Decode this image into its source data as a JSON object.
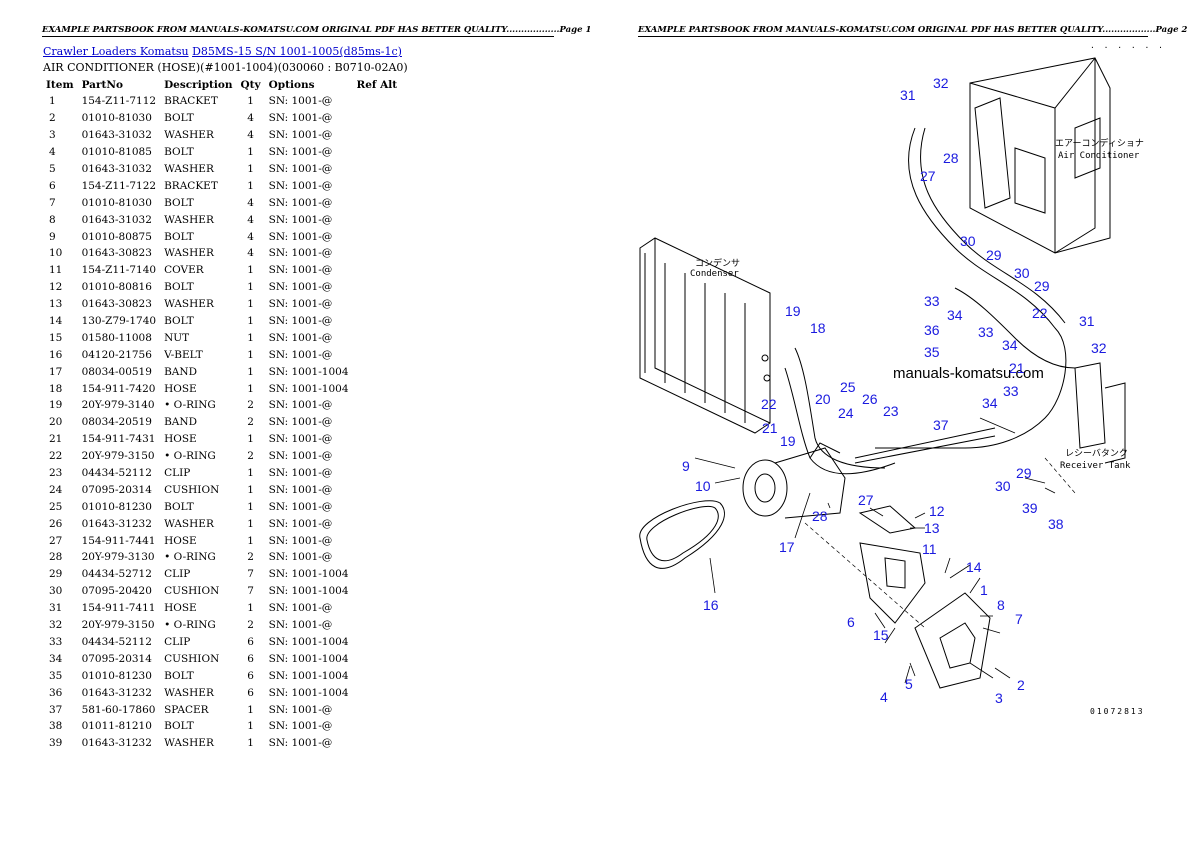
{
  "header": {
    "page1": "EXAMPLE PARTSBOOK FROM MANUALS-KOMATSU.COM ORIGINAL PDF HAS BETTER QUALITY..................Page 1",
    "page2": "EXAMPLE PARTSBOOK FROM MANUALS-KOMATSU.COM ORIGINAL PDF HAS BETTER QUALITY..................Page 2"
  },
  "breadcrumb": {
    "link1": "Crawler Loaders Komatsu",
    "link2": "D85MS-15 S/N 1001-1005(d85ms-1c)"
  },
  "subtitle": "AIR CONDITIONER (HOSE)(#1001-1004)(030060 : B0710-02A0)",
  "table": {
    "columns": [
      "Item",
      "PartNo",
      "Description",
      "Qty",
      "Options",
      "Ref Alt"
    ],
    "rows": [
      [
        "1",
        "154-Z11-7112",
        "BRACKET",
        "1",
        "SN: 1001-@"
      ],
      [
        "2",
        "01010-81030",
        "BOLT",
        "4",
        "SN: 1001-@"
      ],
      [
        "3",
        "01643-31032",
        "WASHER",
        "4",
        "SN: 1001-@"
      ],
      [
        "4",
        "01010-81085",
        "BOLT",
        "1",
        "SN: 1001-@"
      ],
      [
        "5",
        "01643-31032",
        "WASHER",
        "1",
        "SN: 1001-@"
      ],
      [
        "6",
        "154-Z11-7122",
        "BRACKET",
        "1",
        "SN: 1001-@"
      ],
      [
        "7",
        "01010-81030",
        "BOLT",
        "4",
        "SN: 1001-@"
      ],
      [
        "8",
        "01643-31032",
        "WASHER",
        "4",
        "SN: 1001-@"
      ],
      [
        "9",
        "01010-80875",
        "BOLT",
        "4",
        "SN: 1001-@"
      ],
      [
        "10",
        "01643-30823",
        "WASHER",
        "4",
        "SN: 1001-@"
      ],
      [
        "11",
        "154-Z11-7140",
        "COVER",
        "1",
        "SN: 1001-@"
      ],
      [
        "12",
        "01010-80816",
        "BOLT",
        "1",
        "SN: 1001-@"
      ],
      [
        "13",
        "01643-30823",
        "WASHER",
        "1",
        "SN: 1001-@"
      ],
      [
        "14",
        "130-Z79-1740",
        "BOLT",
        "1",
        "SN: 1001-@"
      ],
      [
        "15",
        "01580-11008",
        "NUT",
        "1",
        "SN: 1001-@"
      ],
      [
        "16",
        "04120-21756",
        "V-BELT",
        "1",
        "SN: 1001-@"
      ],
      [
        "17",
        "08034-00519",
        "BAND",
        "1",
        "SN: 1001-1004"
      ],
      [
        "18",
        "154-911-7420",
        "HOSE",
        "1",
        "SN: 1001-1004"
      ],
      [
        "19",
        "20Y-979-3140",
        "• O-RING",
        "2",
        "SN: 1001-@"
      ],
      [
        "20",
        "08034-20519",
        "BAND",
        "2",
        "SN: 1001-@"
      ],
      [
        "21",
        "154-911-7431",
        "HOSE",
        "1",
        "SN: 1001-@"
      ],
      [
        "22",
        "20Y-979-3150",
        "• O-RING",
        "2",
        "SN: 1001-@"
      ],
      [
        "23",
        "04434-52112",
        "CLIP",
        "1",
        "SN: 1001-@"
      ],
      [
        "24",
        "07095-20314",
        "CUSHION",
        "1",
        "SN: 1001-@"
      ],
      [
        "25",
        "01010-81230",
        "BOLT",
        "1",
        "SN: 1001-@"
      ],
      [
        "26",
        "01643-31232",
        "WASHER",
        "1",
        "SN: 1001-@"
      ],
      [
        "27",
        "154-911-7441",
        "HOSE",
        "1",
        "SN: 1001-@"
      ],
      [
        "28",
        "20Y-979-3130",
        "• O-RING",
        "2",
        "SN: 1001-@"
      ],
      [
        "29",
        "04434-52712",
        "CLIP",
        "7",
        "SN: 1001-1004"
      ],
      [
        "30",
        "07095-20420",
        "CUSHION",
        "7",
        "SN: 1001-1004"
      ],
      [
        "31",
        "154-911-7411",
        "HOSE",
        "1",
        "SN: 1001-@"
      ],
      [
        "32",
        "20Y-979-3150",
        "• O-RING",
        "2",
        "SN: 1001-@"
      ],
      [
        "33",
        "04434-52112",
        "CLIP",
        "6",
        "SN: 1001-1004"
      ],
      [
        "34",
        "07095-20314",
        "CUSHION",
        "6",
        "SN: 1001-1004"
      ],
      [
        "35",
        "01010-81230",
        "BOLT",
        "6",
        "SN: 1001-1004"
      ],
      [
        "36",
        "01643-31232",
        "WASHER",
        "6",
        "SN: 1001-1004"
      ],
      [
        "37",
        "581-60-17860",
        "SPACER",
        "1",
        "SN: 1001-@"
      ],
      [
        "38",
        "01011-81210",
        "BOLT",
        "1",
        "SN: 1001-@"
      ],
      [
        "39",
        "01643-31232",
        "WASHER",
        "1",
        "SN: 1001-@"
      ]
    ]
  },
  "diagram": {
    "watermark": "manuals-komatsu.com",
    "figure_code": "01072813",
    "jp_aircon": "エアーコンディショナ",
    "en_aircon": "Air Conditioner",
    "jp_condenser": "コンデンサ",
    "en_condenser": "Condenser",
    "jp_receiver": "レシーバタンク",
    "en_receiver": "Receiver Tank",
    "callouts": [
      "1",
      "2",
      "3",
      "4",
      "5",
      "6",
      "7",
      "8",
      "9",
      "10",
      "11",
      "12",
      "13",
      "14",
      "15",
      "16",
      "17",
      "18",
      "19",
      "19",
      "20",
      "21",
      "21",
      "22",
      "22",
      "23",
      "24",
      "25",
      "26",
      "27",
      "27",
      "28",
      "28",
      "29",
      "29",
      "29",
      "30",
      "30",
      "30",
      "31",
      "31",
      "32",
      "32",
      "33",
      "33",
      "33",
      "34",
      "34",
      "34",
      "35",
      "36",
      "37",
      "38",
      "39"
    ]
  }
}
